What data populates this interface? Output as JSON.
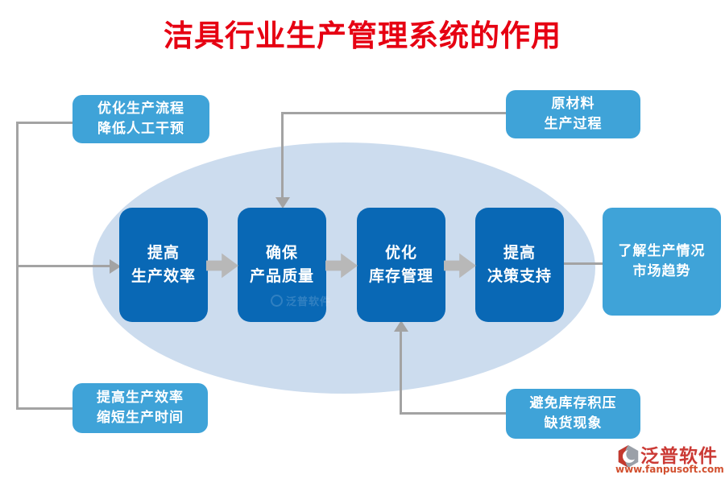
{
  "title": "洁具行业生产管理系统的作用",
  "colors": {
    "title_red": "#e60012",
    "ellipse_fill": "#ccdcee",
    "core_box_blue": "#0968b5",
    "side_box_blue": "#3fa3d8",
    "connector_gray": "#a3a3a3",
    "block_arrow_gray": "#b8b8b8",
    "logo_red": "#cb3a35"
  },
  "core_steps": [
    {
      "line1": "提高",
      "line2": "生产效率"
    },
    {
      "line1": "确保",
      "line2": "产品质量"
    },
    {
      "line1": "优化",
      "line2": "库存管理"
    },
    {
      "line1": "提高",
      "line2": "决策支持"
    }
  ],
  "side_notes": {
    "top_left": {
      "line1": "优化生产流程",
      "line2": "降低人工干预"
    },
    "top_right": {
      "line1": "原材料",
      "line2": "生产过程"
    },
    "bottom_left": {
      "line1": "提高生产效率",
      "line2": "缩短生产时间"
    },
    "bottom_right": {
      "line1": "避免库存积压",
      "line2": "缺货现象"
    },
    "right": {
      "line1": "了解生产情况",
      "line2": "市场趋势"
    }
  },
  "watermark": {
    "text": "泛普软件"
  },
  "logo": {
    "name": "泛普软件",
    "url": "www.fanpusoft.com"
  }
}
